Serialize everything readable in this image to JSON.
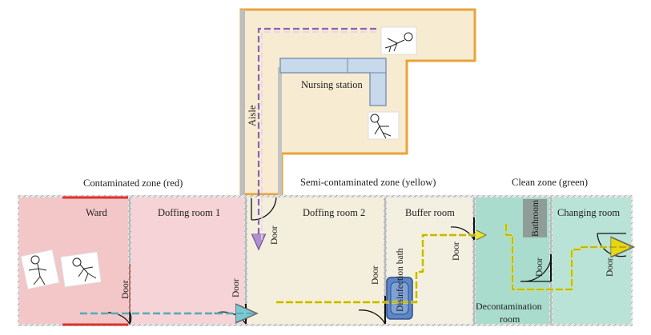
{
  "zones": {
    "contaminated": "Contaminated zone (red)",
    "semi_contaminated": "Semi-contaminated zone (yellow)",
    "clean": "Clean zone (green)"
  },
  "rooms": {
    "ward": "Ward",
    "doffing_room_1": "Doffing room 1",
    "doffing_room_2": "Doffing room 2",
    "buffer_room": "Buffer room",
    "changing_room": "Changing room",
    "nursing_station": "Nursing station",
    "aisle": "Aisle",
    "bathroom": "Bathroom",
    "disinfection_bath": "Disinfection bath",
    "decontamination_room_line1": "Decontamination",
    "decontamination_room_line2": "room"
  },
  "door_label": "Door",
  "colors": {
    "contaminated_fill": "#f3c6c8",
    "doffing1_fill": "#f6d3d6",
    "semi_fill": "#f4efdc",
    "buffer_fill": "#f3f0e2",
    "clean_fill": "#a9dccd",
    "changing_fill": "#b9e3d6",
    "nursing_fill": "#f7ebd2",
    "nursing_border": "#e8a33a",
    "red_wall": "#e0302f",
    "desk_fill": "#c7d9ea",
    "desk_border": "#7f98b5",
    "bath_fill": "#5d86c4",
    "path_purple": "#8a62b0",
    "path_yellow": "#f2e51a",
    "path_teal": "#79c9d3"
  }
}
